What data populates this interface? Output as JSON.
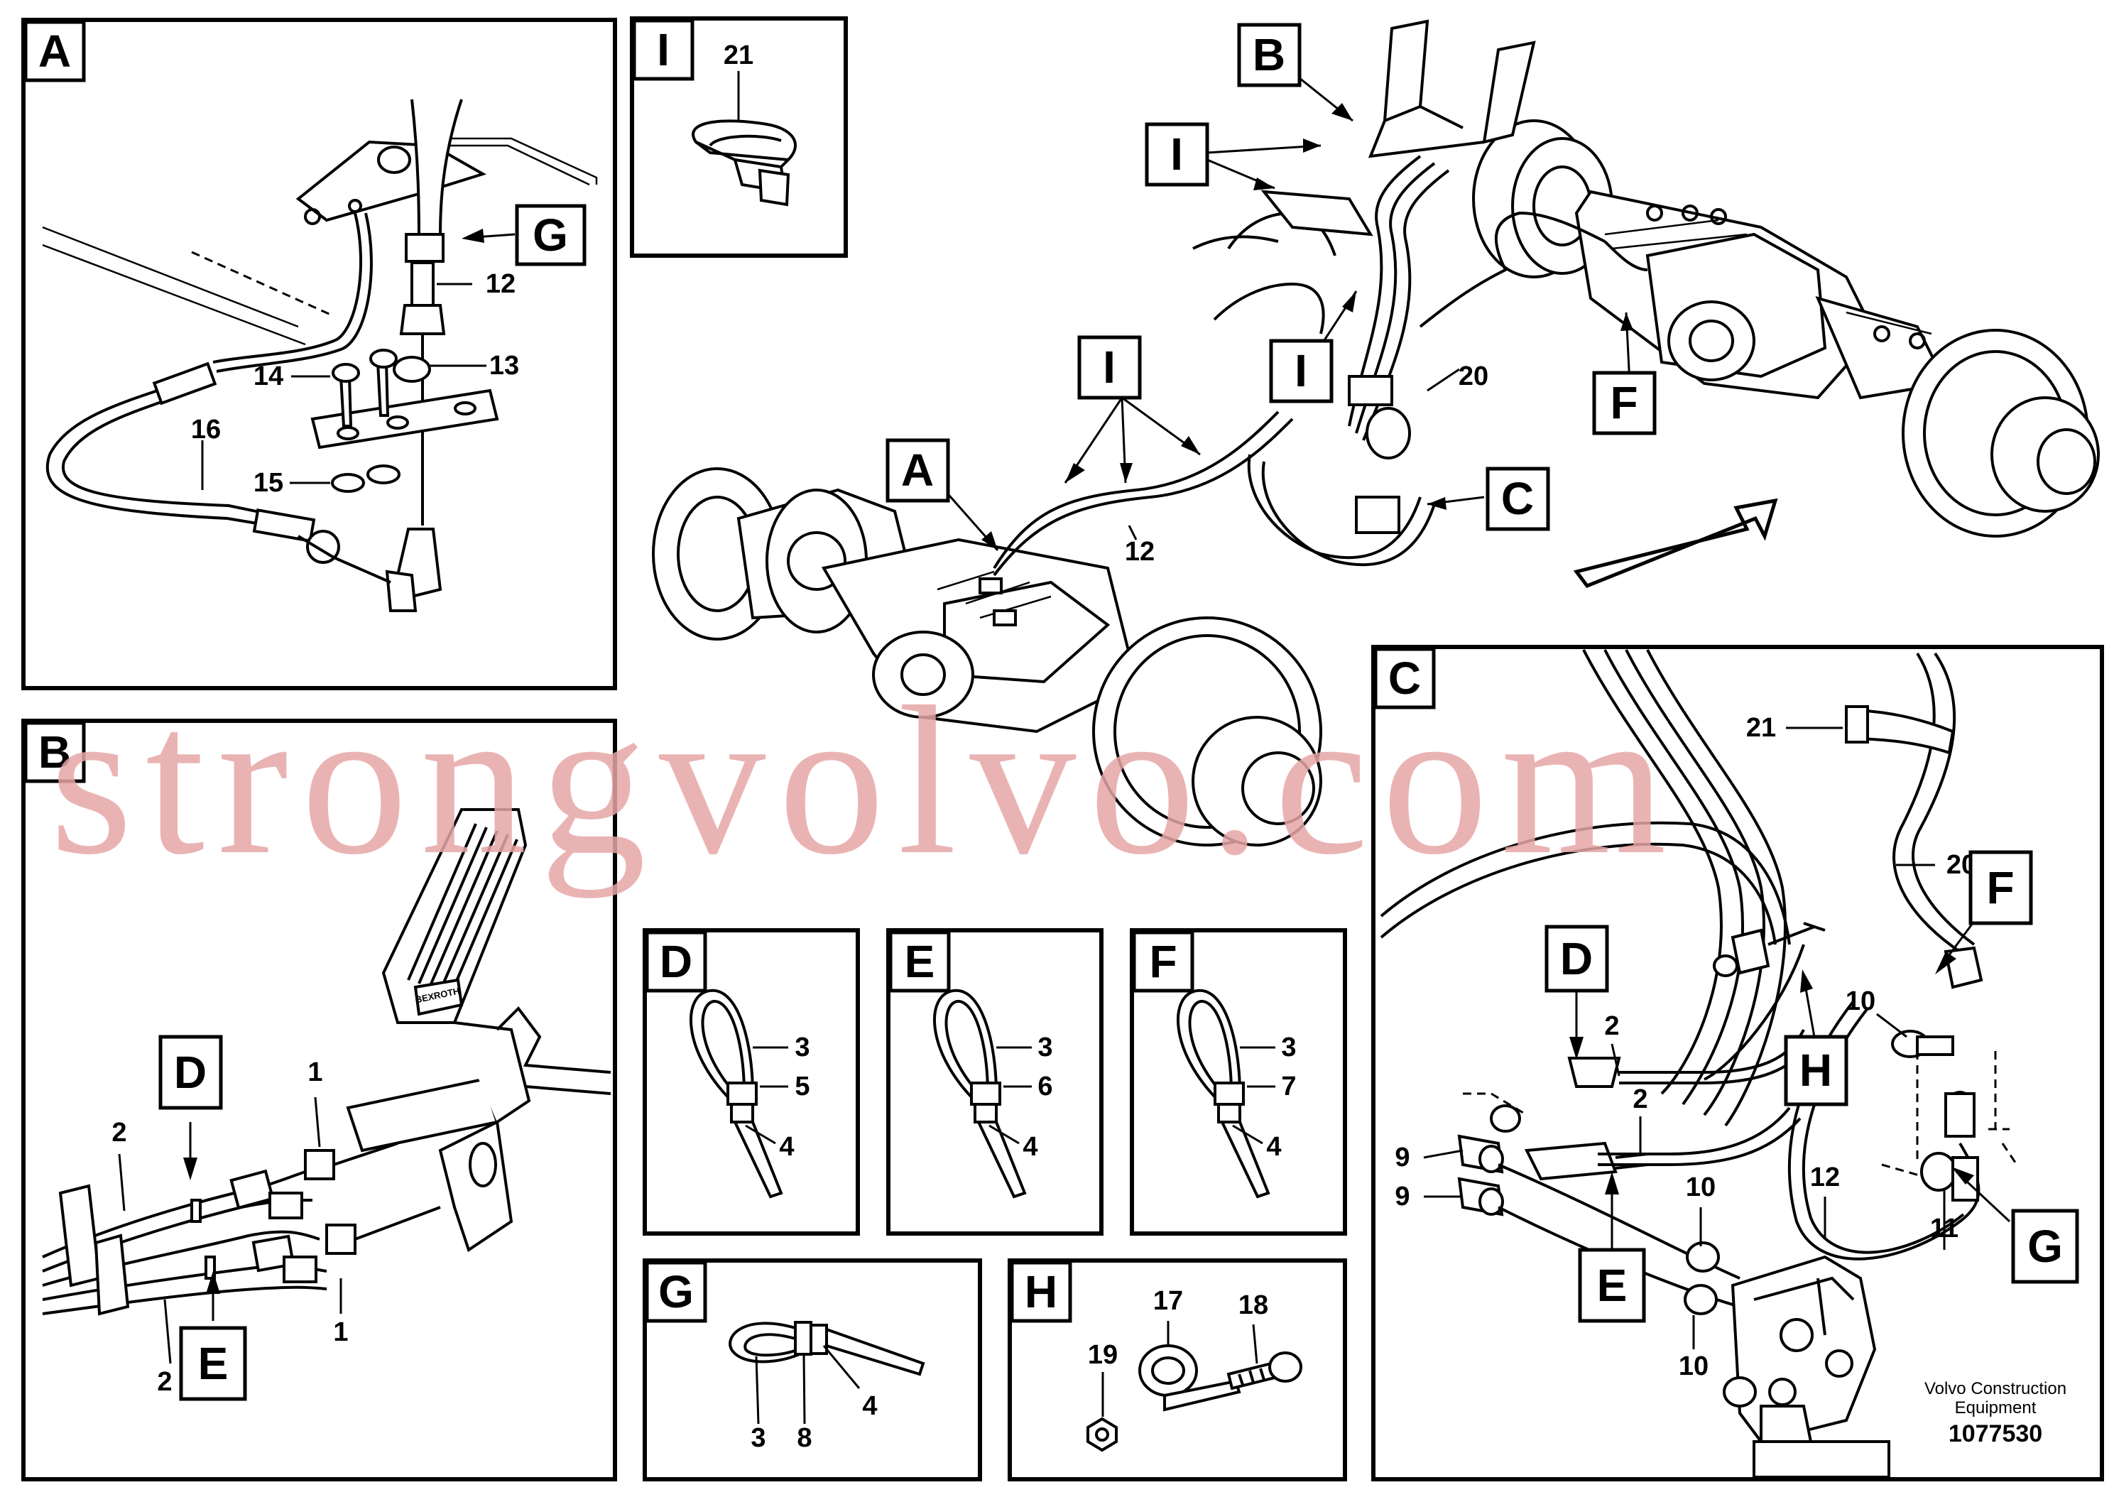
{
  "panels": {
    "A": {
      "title": "A",
      "callouts": [
        "G",
        "12",
        "13",
        "14",
        "15",
        "16"
      ]
    },
    "I_detail": {
      "title": "I",
      "callouts": [
        "21"
      ]
    },
    "B": {
      "title": "B",
      "callouts": [
        "D",
        "E",
        "1",
        "1",
        "2",
        "2"
      ]
    },
    "C": {
      "title": "C",
      "callouts": [
        "21",
        "20",
        "F",
        "10",
        "10",
        "10",
        "11",
        "12",
        "2",
        "2",
        "9",
        "9",
        "D",
        "E",
        "H",
        "G"
      ]
    },
    "D": {
      "title": "D",
      "callouts": [
        "3",
        "5",
        "4"
      ]
    },
    "E": {
      "title": "E",
      "callouts": [
        "3",
        "6",
        "4"
      ]
    },
    "F": {
      "title": "F",
      "callouts": [
        "3",
        "7",
        "4"
      ]
    },
    "G": {
      "title": "G",
      "callouts": [
        "3",
        "8",
        "4"
      ]
    },
    "H": {
      "title": "H",
      "callouts": [
        "17",
        "18",
        "19"
      ]
    }
  },
  "overview": {
    "tags": [
      "B",
      "I",
      "I",
      "I",
      "A",
      "C",
      "F"
    ],
    "callouts": [
      "20",
      "12"
    ]
  },
  "pedal_brand": "BEXROTH",
  "caption": {
    "line1": "Volvo Construction",
    "line2": "Equipment",
    "number": "1077530"
  },
  "watermark": "strongvolvo.com"
}
